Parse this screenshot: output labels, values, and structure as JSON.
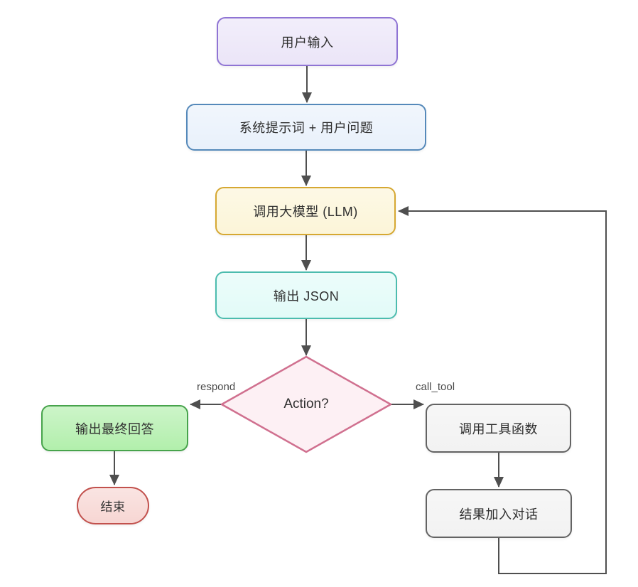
{
  "canvas": {
    "background": "#ffffff",
    "edge_color": "#4f4f4f",
    "text_color": "#2f2f2f",
    "edge_label_color": "#4a4a4a"
  },
  "nodes": {
    "user_input": {
      "label": "用户输入",
      "fill": "#ebe5f8",
      "border": "#8f74d4"
    },
    "prompt": {
      "label": "系统提示词 + 用户问题",
      "fill": "#e9f1fb",
      "border": "#5589ba"
    },
    "llm": {
      "label": "调用大模型 (LLM)",
      "fill": "#fcf5d8",
      "border": "#d6a832"
    },
    "json_output": {
      "label": "输出 JSON",
      "fill": "#e2fbf8",
      "border": "#4cbcae"
    },
    "action": {
      "label": "Action?",
      "fill": "#fdf0f4",
      "border": "#d0708f"
    },
    "final_answer": {
      "label": "输出最终回答",
      "fill": "#b2efac",
      "border": "#47a34c"
    },
    "end": {
      "label": "结束",
      "fill": "#f7d6d3",
      "border": "#c2514d"
    },
    "call_tool": {
      "label": "调用工具函数",
      "fill": "#f2f2f2",
      "border": "#636363"
    },
    "tool_result": {
      "label": "结果加入对话",
      "fill": "#f2f2f2",
      "border": "#636363"
    }
  },
  "edge_labels": {
    "respond": "respond",
    "call_tool": "call_tool"
  }
}
